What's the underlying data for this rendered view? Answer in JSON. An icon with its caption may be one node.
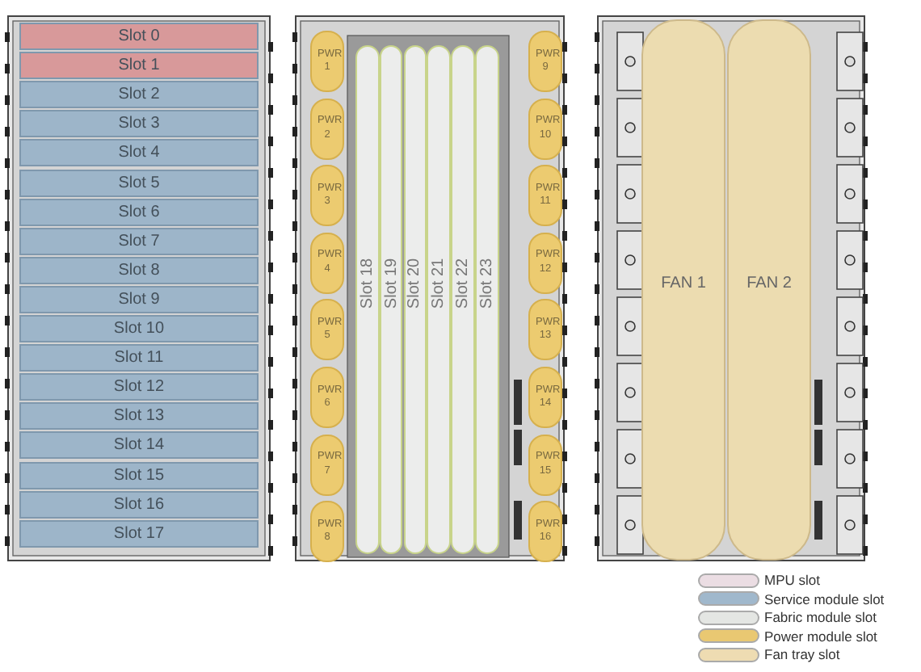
{
  "diagram": {
    "nodes": [
      {
        "text": [
          "Slot 0"
        ]
      },
      {
        "text": [
          "Slot 1"
        ]
      },
      {
        "text": [
          "Slot 2"
        ]
      },
      {
        "text": [
          "Slot 3"
        ]
      },
      {
        "text": [
          "Slot 4"
        ]
      },
      {
        "text": [
          "Slot 5"
        ]
      },
      {
        "text": [
          "Slot 6"
        ]
      },
      {
        "text": [
          "Slot 7"
        ]
      },
      {
        "text": [
          "Slot 8"
        ]
      },
      {
        "text": [
          "Slot 9"
        ]
      },
      {
        "text": [
          "Slot 10"
        ]
      },
      {
        "text": [
          "Slot 11"
        ]
      },
      {
        "text": [
          "Slot 12"
        ]
      },
      {
        "text": [
          "Slot 13"
        ]
      },
      {
        "text": [
          "Slot 14"
        ]
      },
      {
        "text": [
          "Slot 15"
        ]
      },
      {
        "text": [
          "Slot 16"
        ]
      },
      {
        "text": [
          "Slot 17"
        ]
      },
      {
        "text": [
          "PWR 1"
        ]
      },
      {
        "text": [
          "PWR 2"
        ]
      },
      {
        "text": [
          "PWR 3"
        ]
      },
      {
        "text": [
          "PWR 4"
        ]
      },
      {
        "text": [
          "PWR 5"
        ]
      },
      {
        "text": [
          "PWR 6"
        ]
      },
      {
        "text": [
          "PWR 7"
        ]
      },
      {
        "text": [
          "PWR 8"
        ]
      },
      {
        "text": [
          "Slot 18"
        ]
      },
      {
        "text": [
          "Slot 19"
        ]
      },
      {
        "text": [
          "Slot 20"
        ]
      },
      {
        "text": [
          "Slot 21"
        ]
      },
      {
        "text": [
          "Slot 22"
        ]
      },
      {
        "text": [
          "Slot 23"
        ]
      },
      {
        "text": [
          "PWR 9"
        ]
      },
      {
        "text": [
          "PWR 10"
        ]
      },
      {
        "text": [
          "PWR 11"
        ]
      },
      {
        "text": [
          "PWR 12"
        ]
      },
      {
        "text": [
          "PWR 13"
        ]
      },
      {
        "text": [
          "PWR 14"
        ]
      },
      {
        "text": [
          "PWR 15"
        ]
      },
      {
        "text": [
          "PWR 16"
        ]
      },
      {
        "text": [
          "FAN 1"
        ]
      },
      {
        "text": [
          "FAN 2"
        ]
      }
    ],
    "legend": [
      {
        "text": "MPU slot",
        "color": "#ebdde3"
      },
      {
        "text": "Service module slot",
        "color": "#a0b8cc"
      },
      {
        "text": "Fabric module slot",
        "color": "#e4e6e3"
      },
      {
        "text": "Power module slot",
        "color": "#e9c872"
      },
      {
        "text": "Fan tray slot",
        "color": "#eedcb2"
      }
    ]
  }
}
